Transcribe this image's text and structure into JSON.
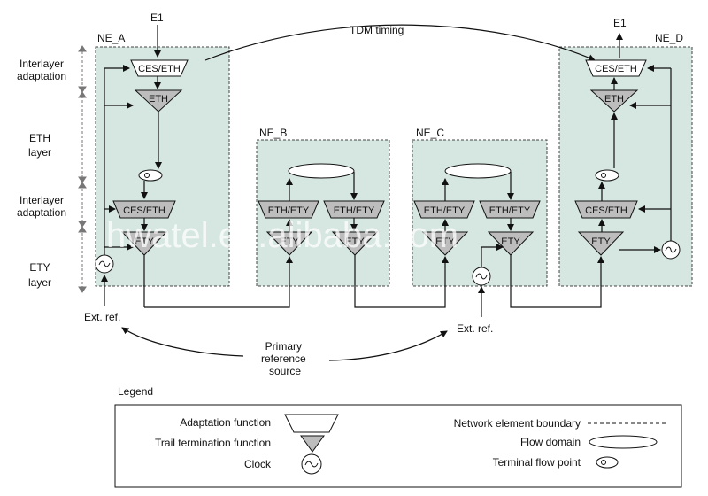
{
  "network_elements": {
    "ne_a": "NE_A",
    "ne_b": "NE_B",
    "ne_c": "NE_C",
    "ne_d": "NE_D"
  },
  "signals": {
    "e1_in": "E1",
    "e1_out": "E1",
    "tdm_timing": "TDM timing",
    "ext_ref_left": "Ext. ref.",
    "ext_ref_right": "Ext. ref."
  },
  "layers": {
    "interlayer_top": [
      "Interlayer",
      "adaptation"
    ],
    "eth": [
      "ETH",
      "layer"
    ],
    "interlayer_bottom": [
      "Interlayer",
      "adaptation"
    ],
    "ety": [
      "ETY",
      "layer"
    ]
  },
  "functions": {
    "ces_eth": "CES/ETH",
    "eth": "ETH",
    "eth_ety": "ETH/ETY",
    "ety": "ETY"
  },
  "prs": [
    "Primary",
    "reference",
    "source"
  ],
  "legend": {
    "title": "Legend",
    "adaptation": "Adaptation function",
    "trail": "Trail termination function",
    "clock": "Clock",
    "ne_boundary": "Network element boundary",
    "flow_domain": "Flow domain",
    "terminal_flow_point": "Terminal flow point"
  },
  "watermark": "hwatel.en.alibaba.com",
  "colors": {
    "ne_fill": "#d6e6e1",
    "trail_fill": "#bdbdbd",
    "line": "#111111"
  }
}
